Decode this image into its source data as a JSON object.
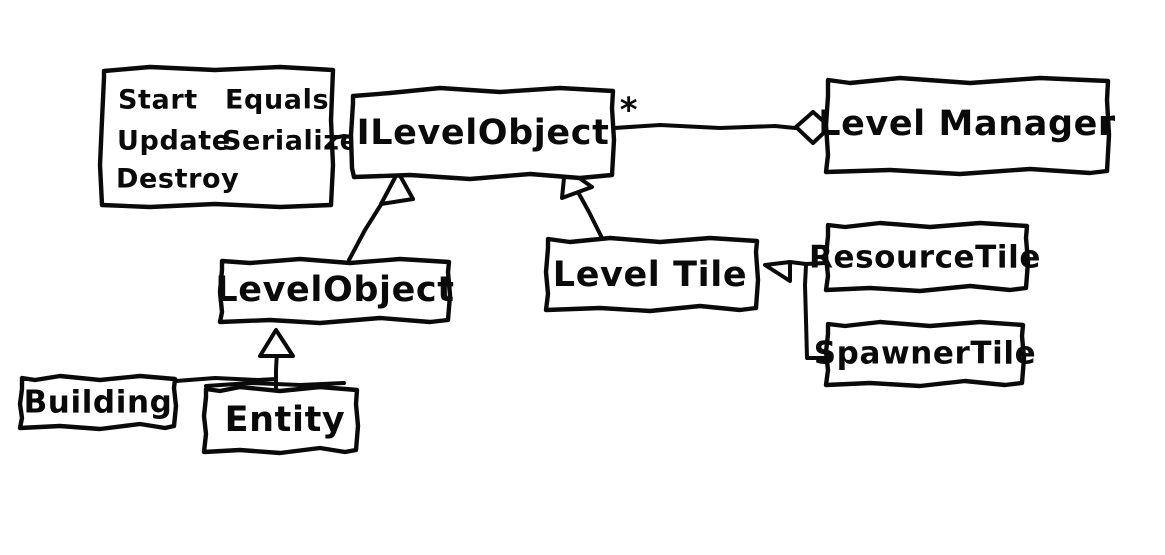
{
  "diagram": {
    "kind": "uml-class-diagram",
    "style": "hand-drawn-sketch",
    "background_color": "#ffffff",
    "stroke_color": "#0a0a0a",
    "classes": {
      "ilevelobject": {
        "label": "ILevelObject"
      },
      "levelmanager": {
        "label": "Level Manager"
      },
      "levelobject": {
        "label": "LevelObject"
      },
      "leveltile": {
        "label": "Level Tile"
      },
      "resourcetile": {
        "label": "ResourceTile"
      },
      "spawnertile": {
        "label": "SpawnerTile"
      },
      "building": {
        "label": "Building"
      },
      "entity": {
        "label": "Entity"
      }
    },
    "members_note": {
      "name": "ilevelobject-members",
      "rows": [
        {
          "left": "Start",
          "right": "Equals"
        },
        {
          "left": "Update",
          "right": "Serialize"
        },
        {
          "left": "Destroy",
          "right": ""
        }
      ]
    },
    "multiplicity": {
      "ilevelobject_to_levelmanager": "*"
    },
    "relationships": [
      {
        "name": "levelmanager-aggregates-ilevelobject",
        "from": "levelmanager",
        "to": "ilevelobject",
        "type": "aggregation",
        "multiplicity": "*"
      },
      {
        "name": "levelobject-implements-ilevelobject",
        "from": "levelobject",
        "to": "ilevelobject",
        "type": "generalization"
      },
      {
        "name": "leveltile-implements-ilevelobject",
        "from": "leveltile",
        "to": "ilevelobject",
        "type": "generalization"
      },
      {
        "name": "resourcetile-inherits-leveltile",
        "from": "resourcetile",
        "to": "leveltile",
        "type": "generalization"
      },
      {
        "name": "spawnertile-inherits-leveltile",
        "from": "spawnertile",
        "to": "leveltile",
        "type": "generalization"
      },
      {
        "name": "building-inherits-levelobject",
        "from": "building",
        "to": "levelobject",
        "type": "generalization"
      },
      {
        "name": "entity-inherits-levelobject",
        "from": "entity",
        "to": "levelobject",
        "type": "generalization"
      }
    ]
  }
}
